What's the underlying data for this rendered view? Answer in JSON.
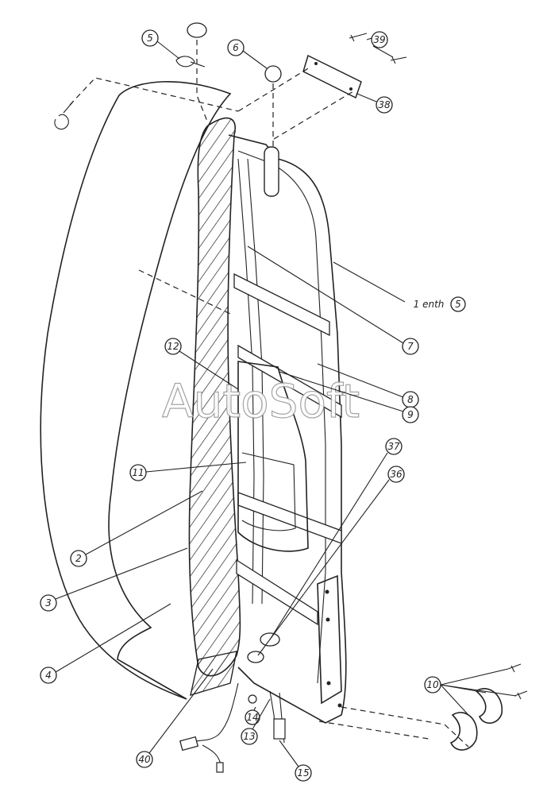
{
  "watermark": "AutoSoft",
  "callouts": [
    {
      "id": "5a",
      "text": "5"
    },
    {
      "id": "6",
      "text": "6"
    },
    {
      "id": "39",
      "text": "39"
    },
    {
      "id": "38",
      "text": "38"
    },
    {
      "id": "1",
      "text": "1 enth",
      "sub": "5"
    },
    {
      "id": "7",
      "text": "7"
    },
    {
      "id": "12",
      "text": "12"
    },
    {
      "id": "8",
      "text": "8"
    },
    {
      "id": "9",
      "text": "9"
    },
    {
      "id": "37",
      "text": "37"
    },
    {
      "id": "36",
      "text": "36"
    },
    {
      "id": "11",
      "text": "11"
    },
    {
      "id": "2",
      "text": "2"
    },
    {
      "id": "3",
      "text": "3"
    },
    {
      "id": "4",
      "text": "4"
    },
    {
      "id": "10",
      "text": "10"
    },
    {
      "id": "14",
      "text": "14"
    },
    {
      "id": "13",
      "text": "13"
    },
    {
      "id": "15",
      "text": "15"
    },
    {
      "id": "40",
      "text": "40"
    }
  ]
}
